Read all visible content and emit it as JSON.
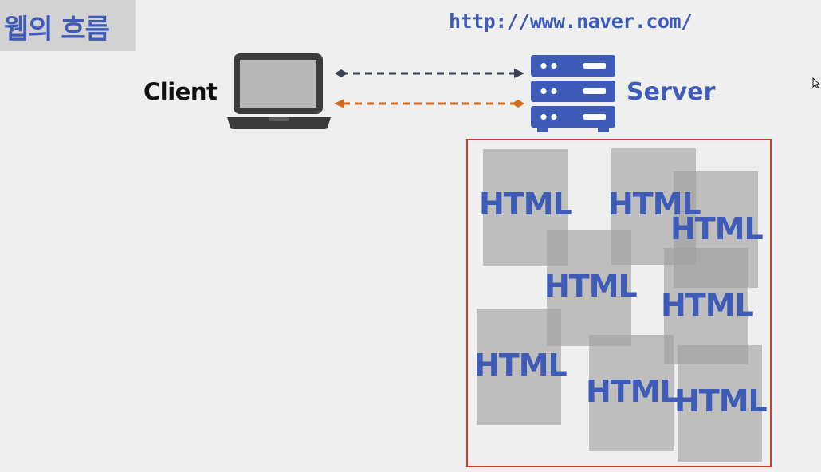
{
  "title": "웹의 흐름",
  "url": "http://www.naver.com/",
  "client_label": "Client",
  "server_label": "Server",
  "icons": {
    "client": "laptop-icon",
    "server": "server-rack-icon",
    "cursor": "mouse-pointer-icon"
  },
  "colors": {
    "accent_blue": "#3f5bb8",
    "request_arrow": "#3a4150",
    "response_arrow": "#d2691e",
    "highlight_border": "#e0342c",
    "document": "#a0a0a0"
  },
  "documents": [
    {
      "label": "HTML"
    },
    {
      "label": "HTML"
    },
    {
      "label": "HTML"
    },
    {
      "label": "HTML"
    },
    {
      "label": "HTML"
    },
    {
      "label": "HTML"
    },
    {
      "label": "HTML"
    },
    {
      "label": "HTML"
    }
  ]
}
